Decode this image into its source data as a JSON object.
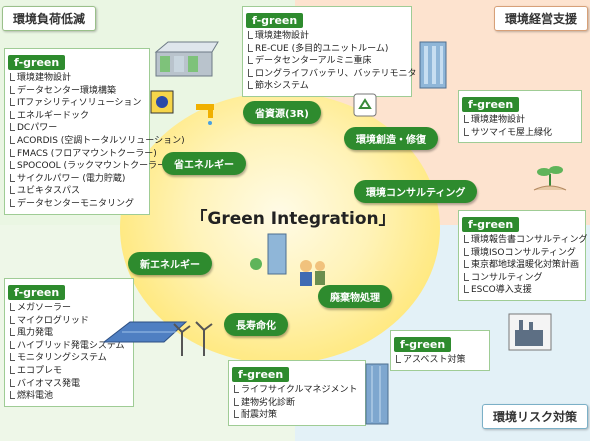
{
  "corners": {
    "top_left": "環境負荷低減",
    "top_right": "環境経営支援",
    "bottom_right": "環境リスク対策"
  },
  "center_title": "「Green Integration」",
  "pills": {
    "resource": "省資源(3R)",
    "creation": "環境創造・修復",
    "consulting": "環境コンサルティング",
    "energy_saving": "省エネルギー",
    "new_energy": "新エネルギー",
    "waste": "廃棄物処理",
    "longevity": "長寿命化"
  },
  "boxes": {
    "tag": "f-green",
    "top_left": [
      "環境建物設計",
      "データセンター環境構築",
      "ITファシリティソリューション",
      "エネルギードック",
      "DCパワー",
      "ACORDIS (空調トータルソリューション)",
      "FMACS (フロアマウントクーラー)",
      "SPOCOOL (ラックマウントクーラー)",
      "サイクルパワー (電力貯蔵)",
      "ユビキタスパス",
      "データセンターモニタリング"
    ],
    "top_center": [
      "環境建物設計",
      "RE-CUE (多目的ユニットルーム)",
      "データセンターアルミニ重床",
      "ロングライフバッテリ、バッテリモニタ",
      "節水システム"
    ],
    "right_upper": [
      "環境建物設計",
      "サツマイモ屋上緑化"
    ],
    "right_middle": [
      "環境報告書コンサルティング",
      "環境ISOコンサルティング",
      "東京都地球温暖化対策計画",
      "コンサルティング",
      "ESCO導入支援"
    ],
    "right_lower": [
      "アスベスト対策"
    ],
    "bottom_left": [
      "メガソーラー",
      "マイクログリッド",
      "風力発電",
      "ハイブリッド発電システム",
      "モニタリングシステム",
      "エコプレモ",
      "バイオマス発電",
      "燃料電池"
    ],
    "bottom_center": [
      "ライフサイクルマネジメント",
      "建物劣化診断",
      "耐震対策"
    ]
  },
  "colors": {
    "tag_green": "#2e8b2e",
    "sun_yellow": "#ffe982",
    "q_top_left": "#eaf6e3",
    "q_top_right": "#fde3cf",
    "q_bottom_right": "#e3f1f7"
  }
}
